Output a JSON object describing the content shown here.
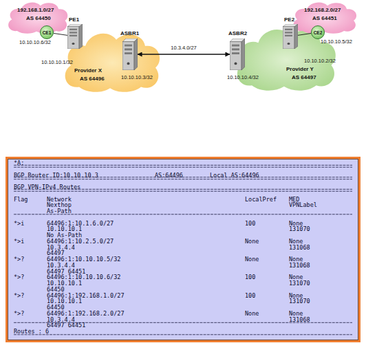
{
  "diagram": {
    "nodes": [
      {
        "text": [
          "192.168.1.0/27",
          "AS 64450"
        ]
      },
      {
        "text": [
          "CE1",
          "10.10.10.6/32"
        ]
      },
      {
        "text": [
          "PE1",
          "10.10.10.1/32"
        ]
      },
      {
        "text": [
          "Provider X",
          "AS 64496"
        ]
      },
      {
        "text": [
          "ASBR1",
          "10.10.10.3/32"
        ]
      },
      {
        "text": [
          "ASBR2",
          "10.10.10.4/32"
        ]
      },
      {
        "text": [
          "Provider Y",
          "AS 64497"
        ]
      },
      {
        "text": [
          "PE2",
          "10.10.10.2/32"
        ]
      },
      {
        "text": [
          "CE2",
          "10.10.10.5/32"
        ]
      },
      {
        "text": [
          "192.168.2.0/27",
          "AS 64451"
        ]
      },
      {
        "text": [
          "*A:",
          "BGP Router ID:10.10.10.3",
          "AS:64496",
          "Local AS:64496",
          "BGP VPN-IPv4 Routes",
          "Flag",
          "Network",
          "LocalPref",
          "MED",
          "Nexthop",
          "VPNLabel",
          "As-Path",
          "*>i",
          "64496:1:10.1.6.0/27",
          "100",
          "None",
          "10.10.10.1",
          "131070",
          "No As-Path",
          "*>i",
          "64496:1:10.2.5.0/27",
          "None",
          "None",
          "10.3.4.4",
          "131068",
          "64497",
          "*>?",
          "64496:1:10.10.10.5/32",
          "None",
          "None",
          "10.3.4.4",
          "131068",
          "64497 64451",
          "*>?",
          "64496:1:10.10.10.6/32",
          "100",
          "None",
          "10.10.10.1",
          "131070",
          "64450",
          "*>?",
          "64496:1:192.168.1.0/27",
          "100",
          "None",
          "10.10.10.1",
          "131070",
          "64450",
          "*>?",
          "64496:1:192.168.2.0/27",
          "None",
          "None",
          "10.3.4.4",
          "131068",
          "64497 64451",
          "Routes : 6"
        ]
      }
    ],
    "edges": [
      {
        "from": 1,
        "to": 2,
        "arrow": "none"
      },
      {
        "from": 4,
        "to": 5,
        "arrow": "both",
        "label": "10.3.4.0/27"
      },
      {
        "from": 7,
        "to": 8,
        "arrow": "none"
      }
    ]
  }
}
